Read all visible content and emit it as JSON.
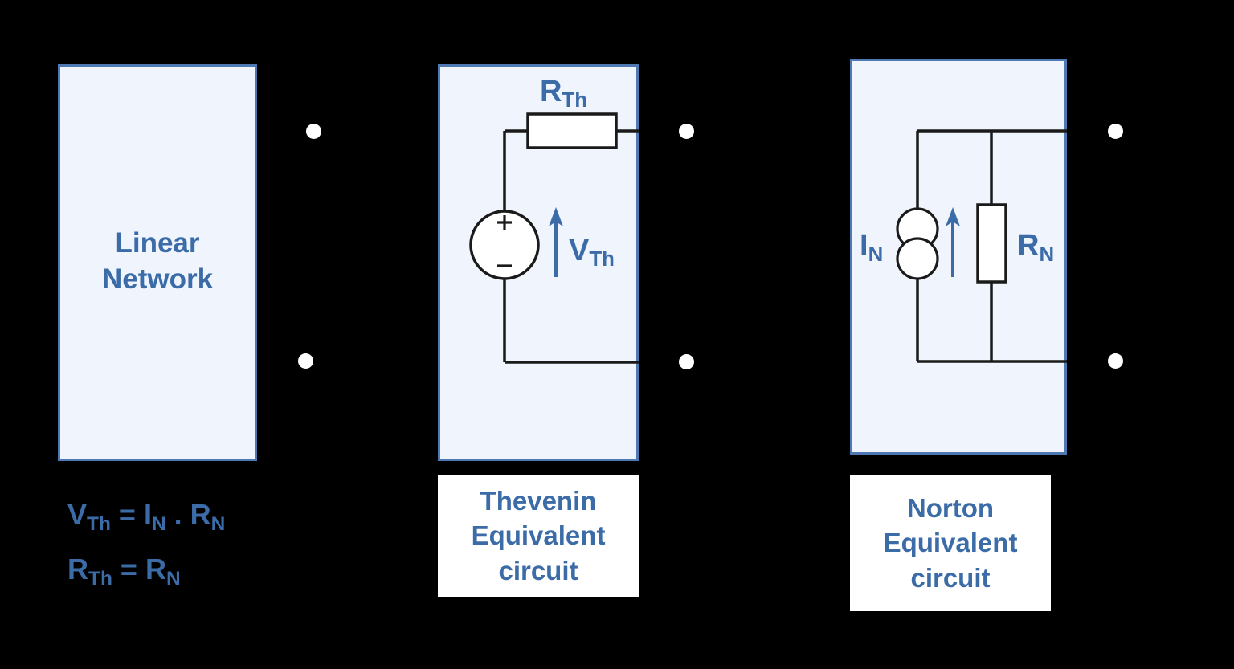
{
  "background_color": "#000000",
  "theme": {
    "accent_blue": "#3B6CA8",
    "panel_fill": "#EFF4FD",
    "panel_border": "#4E79B2",
    "wire_color": "#1A1A1A",
    "caption_fill": "#FFFFFF",
    "terminal_dot_color": "#FFFFFF"
  },
  "panels": {
    "linear_network": {
      "label": "Linear\nNetwork"
    },
    "thevenin": {
      "resistor_label_main": "R",
      "resistor_label_sub": "Th",
      "source_plus": "+",
      "source_minus": "–",
      "voltage_label_main": "V",
      "voltage_label_sub": "Th",
      "caption": "Thevenin\nEquivalent\ncircuit"
    },
    "norton": {
      "current_label_main": "I",
      "current_label_sub": "N",
      "resistor_label_main": "R",
      "resistor_label_sub": "N",
      "caption": "Norton\nEquivalent\ncircuit"
    }
  },
  "formulas": [
    {
      "id": "vth-equation",
      "parts": [
        "V",
        "Th",
        " = ",
        "I",
        "N",
        " . ",
        "R",
        "N"
      ],
      "plain": "VTh = IN . RN"
    },
    {
      "id": "rth-equation",
      "parts": [
        "R",
        "Th",
        " = ",
        "R",
        "N"
      ],
      "plain": "RTh = RN"
    }
  ],
  "icons": {
    "terminal_dot": "terminal-dot",
    "resistor": "resistor-symbol",
    "voltage_source": "voltage-source-symbol",
    "current_source": "current-source-symbol",
    "arrow_up": "up-arrow-icon"
  }
}
